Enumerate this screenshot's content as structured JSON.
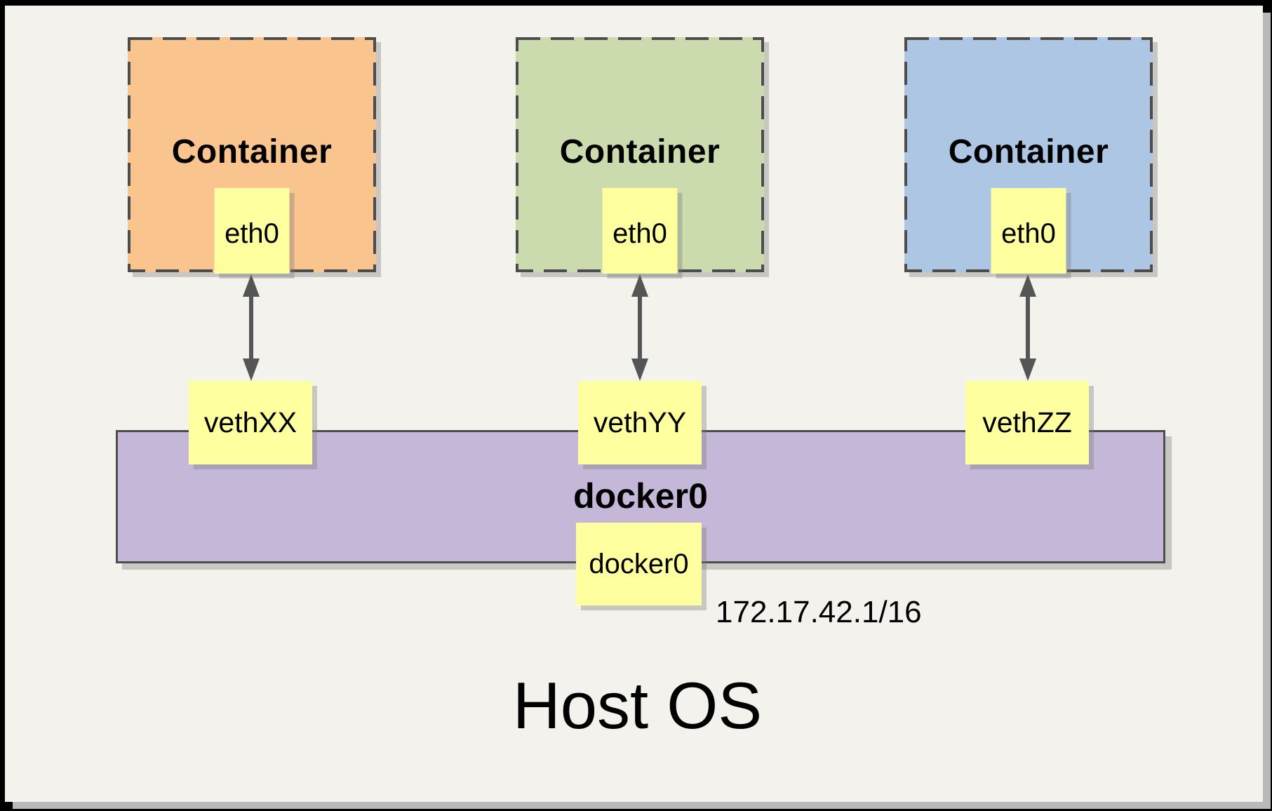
{
  "containers": [
    {
      "label": "Container",
      "interface": "eth0",
      "fill": "#f9c48e"
    },
    {
      "label": "Container",
      "interface": "eth0",
      "fill": "#ccdbad"
    },
    {
      "label": "Container",
      "interface": "eth0",
      "fill": "#adc6e3"
    }
  ],
  "veths": [
    {
      "label": "vethXX"
    },
    {
      "label": "vethYY"
    },
    {
      "label": "vethZZ"
    }
  ],
  "bridge": {
    "label": "docker0",
    "interface": "docker0",
    "ip": "172.17.42.1/16",
    "fill": "#c4b7d7"
  },
  "host": {
    "label": "Host OS"
  },
  "colors": {
    "canvas_bg": "#f4f2ec",
    "yellow_box": "#feff9f",
    "dash_border": "#4d4d4d",
    "arrow": "#555555",
    "frame": "#000000",
    "shadow": "#b9b9b9"
  }
}
